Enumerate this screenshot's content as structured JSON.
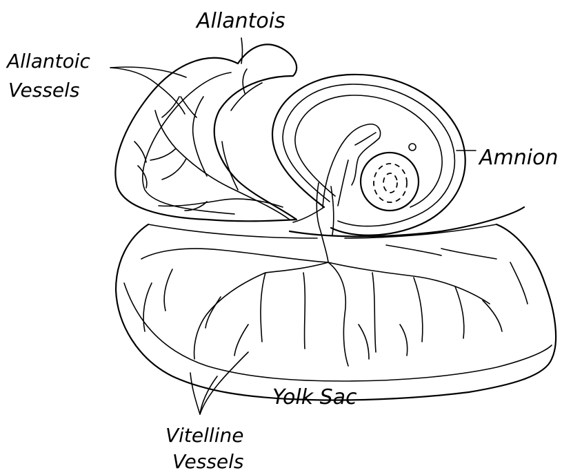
{
  "labels": {
    "allantois": "Allantois",
    "allantoic_vessels_line1": "Allantoic",
    "allantoic_vessels_line2": "Vessels",
    "amnion": "Amnion",
    "yolk_sac": "Yolk Sac",
    "vitelline_vessels_line1": "Vitelline",
    "vitelline_vessels_line2": "Vessels"
  }
}
